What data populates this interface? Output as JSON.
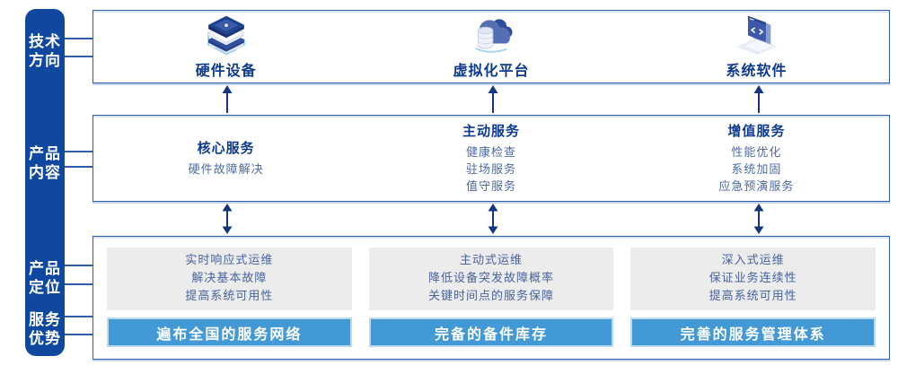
{
  "colors": {
    "sidebar_bg": "#0f489e",
    "box_border": "#2e5ca8",
    "heading_text": "#0e3a8c",
    "body_text": "#4c6ba6",
    "panel_bg": "#ececec",
    "panel_text": "#47639e",
    "bar_bg": "#4399d6",
    "bar_text": "#ffffff",
    "arrow": "#16377f"
  },
  "sidebar": {
    "items": [
      {
        "id": "tech-direction",
        "lines": [
          "技术",
          "方向"
        ]
      },
      {
        "id": "product-content",
        "lines": [
          "产品",
          "内容"
        ]
      },
      {
        "id": "product-positioning",
        "lines": [
          "产品",
          "定位"
        ]
      },
      {
        "id": "service-advantage",
        "lines": [
          "服务",
          "优势"
        ]
      }
    ]
  },
  "tech_row": {
    "items": [
      {
        "icon": "server-stack-icon",
        "label": "硬件设备"
      },
      {
        "icon": "cloud-database-icon",
        "label": "虚拟化平台"
      },
      {
        "icon": "code-window-icon",
        "label": "系统软件"
      }
    ]
  },
  "content_row": {
    "columns": [
      {
        "title": "核心服务",
        "items": [
          "硬件故障解决"
        ]
      },
      {
        "title": "主动服务",
        "items": [
          "健康检查",
          "驻场服务",
          "值守服务"
        ]
      },
      {
        "title": "增值服务",
        "items": [
          "性能优化",
          "系统加固",
          "应急预演服务"
        ]
      }
    ]
  },
  "positioning_row": {
    "columns": [
      {
        "points": [
          "实时响应式运维",
          "解决基本故障",
          "提高系统可用性"
        ],
        "advantage": "遍布全国的服务网络"
      },
      {
        "points": [
          "主动式运维",
          "降低设备突发故障概率",
          "关键时间点的服务保障"
        ],
        "advantage": "完备的备件库存"
      },
      {
        "points": [
          "深入式运维",
          "保证业务连续性",
          "提高系统可用性"
        ],
        "advantage": "完善的服务管理体系"
      }
    ]
  }
}
